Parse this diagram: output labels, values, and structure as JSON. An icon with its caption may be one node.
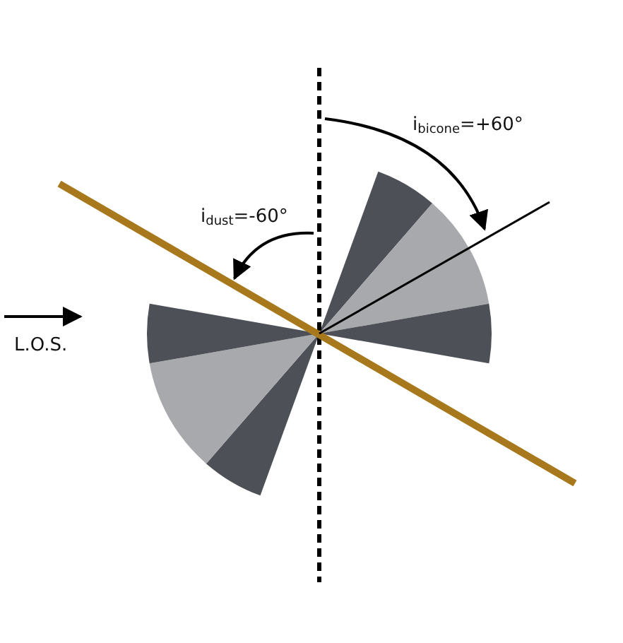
{
  "diagram": {
    "labels": [
      "i$_{bicone}$=+60°",
      "i$_{dust}$=-60°",
      "L.O.S."
    ]
  }
}
